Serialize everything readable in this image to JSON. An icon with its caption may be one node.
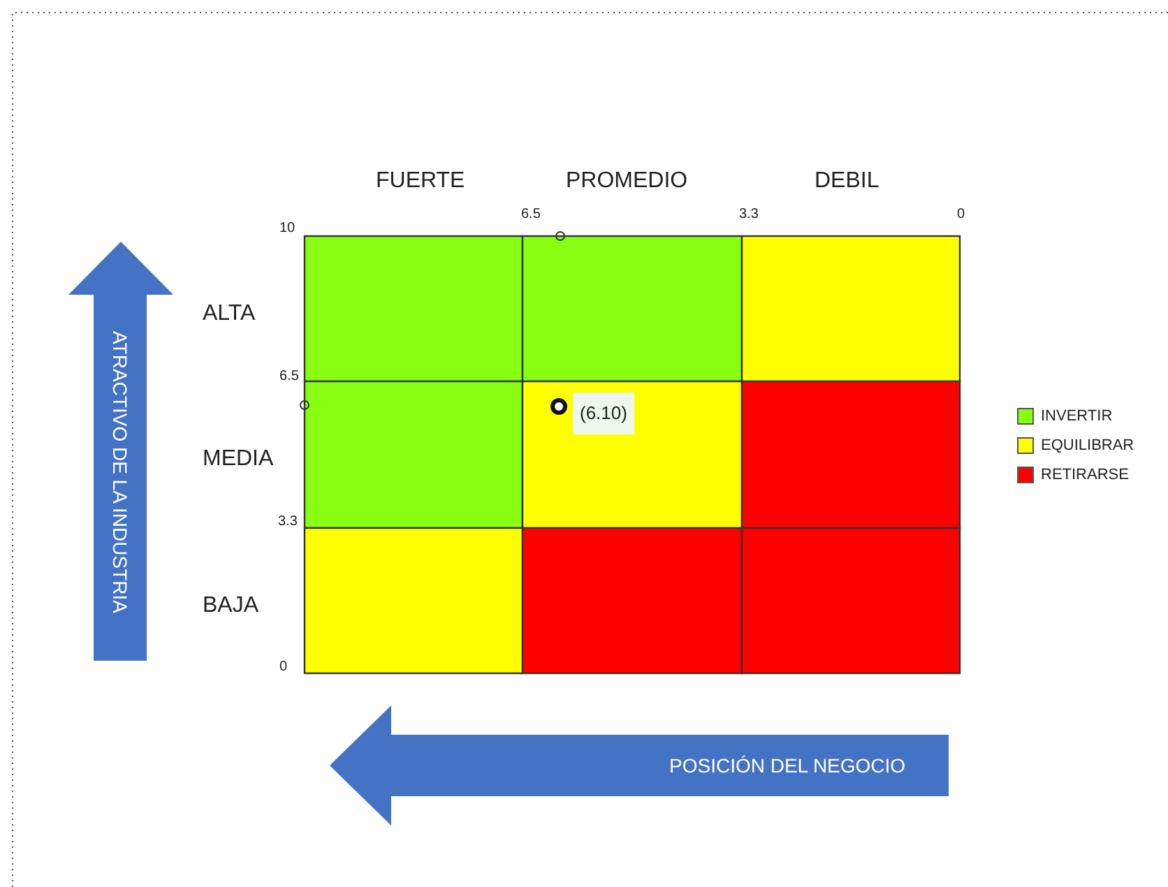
{
  "diagram": {
    "nodes": [
      {
        "text": [
          "ATRACTIVO DE LA INDUSTRIA"
        ]
      },
      {
        "text": [
          "POSICIÓN DEL NEGOCIO"
        ]
      }
    ],
    "labels": [
      "FUERTE",
      "PROMEDIO",
      "DEBIL",
      "6.5",
      "3.3",
      "0",
      "10",
      "ALTA",
      "6.5",
      "(6.10)",
      "MEDIA",
      "3.3",
      "BAJA",
      "0"
    ],
    "legend": [
      {
        "text": "INVERTIR",
        "color": "#88ff11"
      },
      {
        "text": "EQUILIBRAR",
        "color": "#ffff00"
      },
      {
        "text": "RETIRARSE",
        "color": "#ff0000"
      }
    ]
  }
}
